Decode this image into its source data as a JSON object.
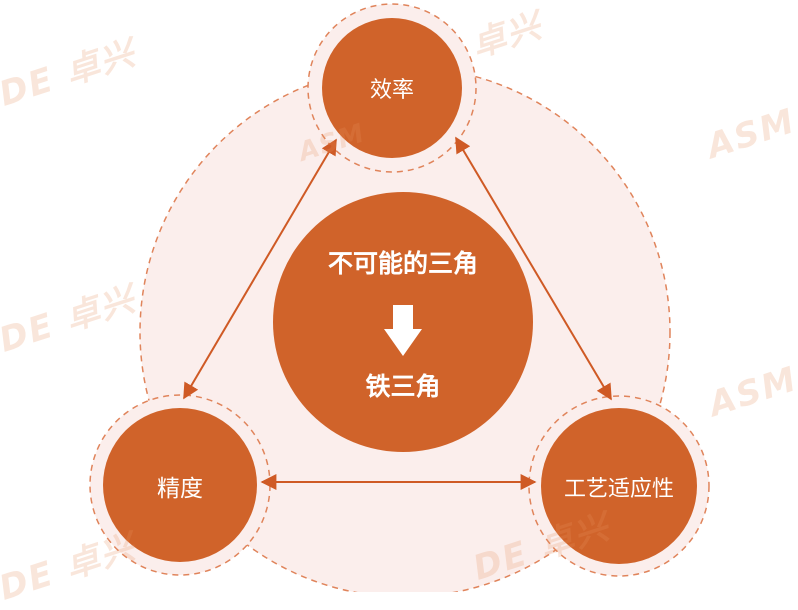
{
  "diagram": {
    "center": {
      "line1": "不可能的三角",
      "line2": "铁三角"
    },
    "nodes": {
      "top": "效率",
      "left": "精度",
      "right": "工艺适应性"
    }
  },
  "watermarks": {
    "brand": "卓兴",
    "logo": "ASM",
    "partial": "DE"
  },
  "colors": {
    "node_fill": "#d0632a",
    "ring_fill": "#fbeeec",
    "dashed_line": "#e0845b",
    "arrow": "#cf5a25"
  }
}
